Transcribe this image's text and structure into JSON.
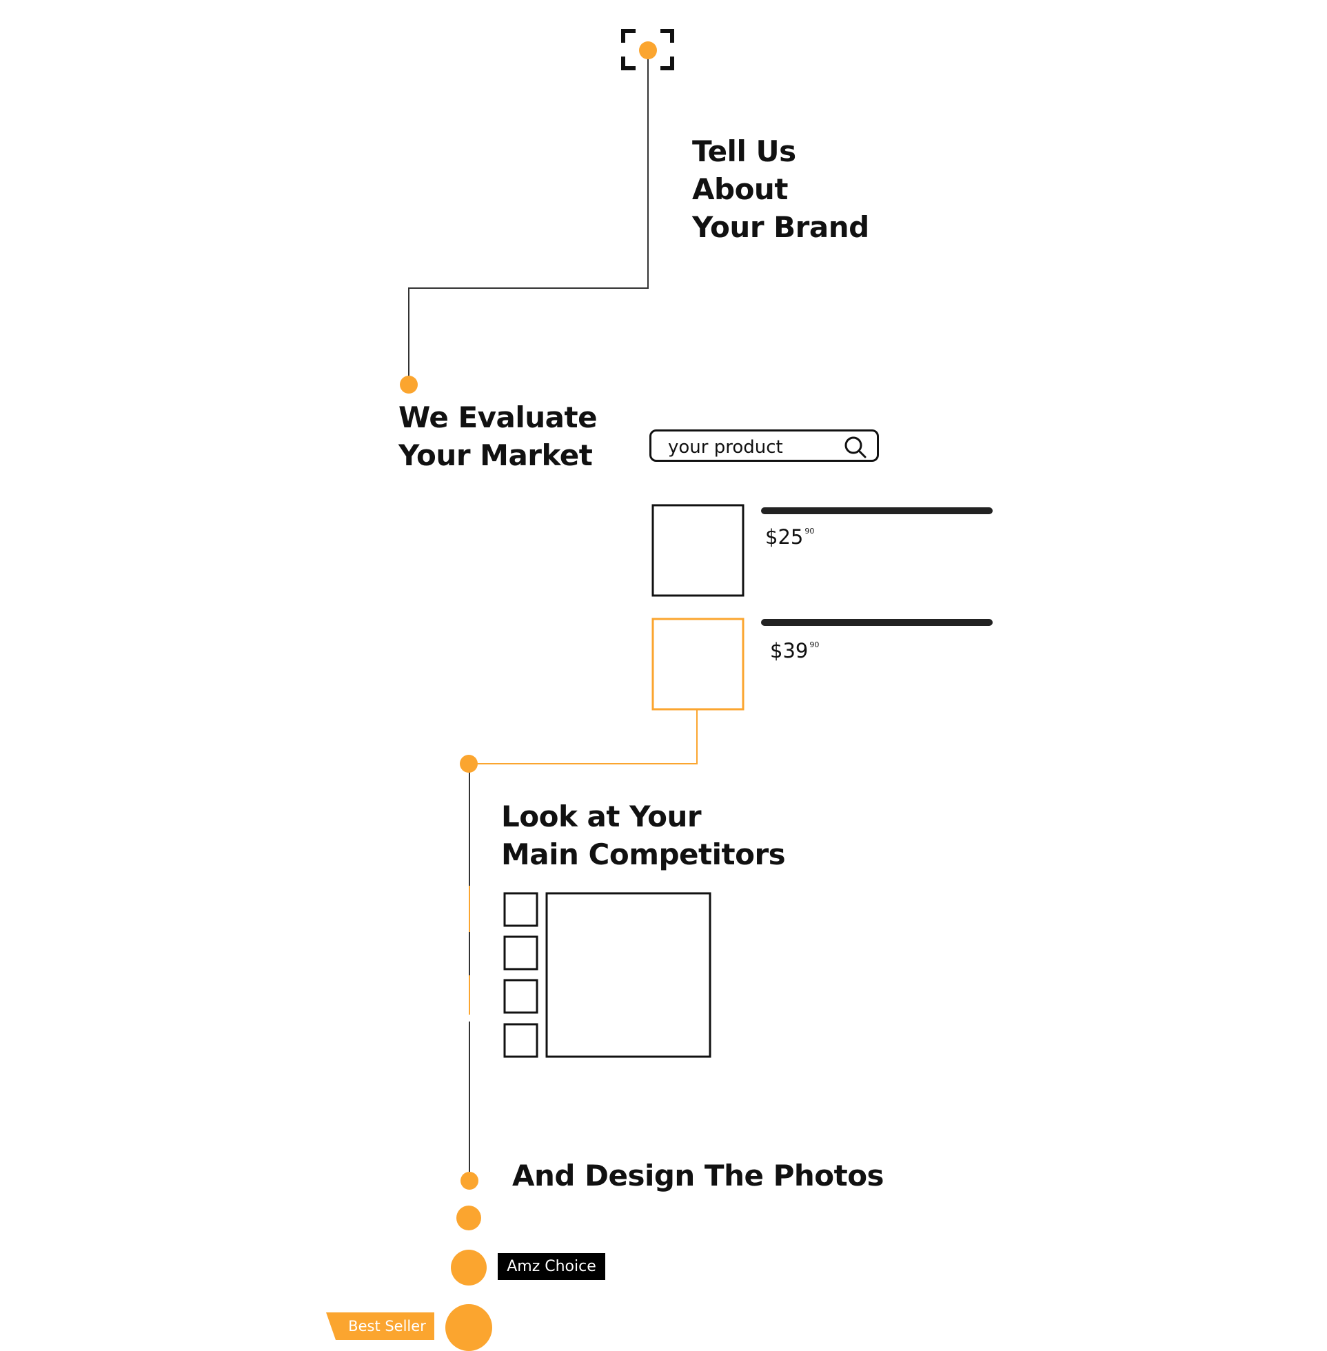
{
  "colors": {
    "accent": "#FBA52F",
    "ink": "#111111",
    "line": "#333333"
  },
  "steps": [
    {
      "lines": [
        "Tell Us",
        "About",
        "Your Brand"
      ]
    },
    {
      "lines": [
        "We Evaluate",
        "Your Market"
      ]
    },
    {
      "lines": [
        "Look at Your",
        "Main Competitors"
      ]
    },
    {
      "lines": [
        "And Design The Photos"
      ]
    }
  ],
  "search": {
    "placeholder": "your product",
    "icon": "search-icon"
  },
  "products": [
    {
      "price": "$25",
      "cents": "90",
      "highlighted": false
    },
    {
      "price": "$39",
      "cents": "90",
      "highlighted": true
    }
  ],
  "badges": {
    "amz_choice": "Amz Choice",
    "best_seller": "Best Seller"
  },
  "icons": {
    "top": "viewfinder-icon"
  }
}
